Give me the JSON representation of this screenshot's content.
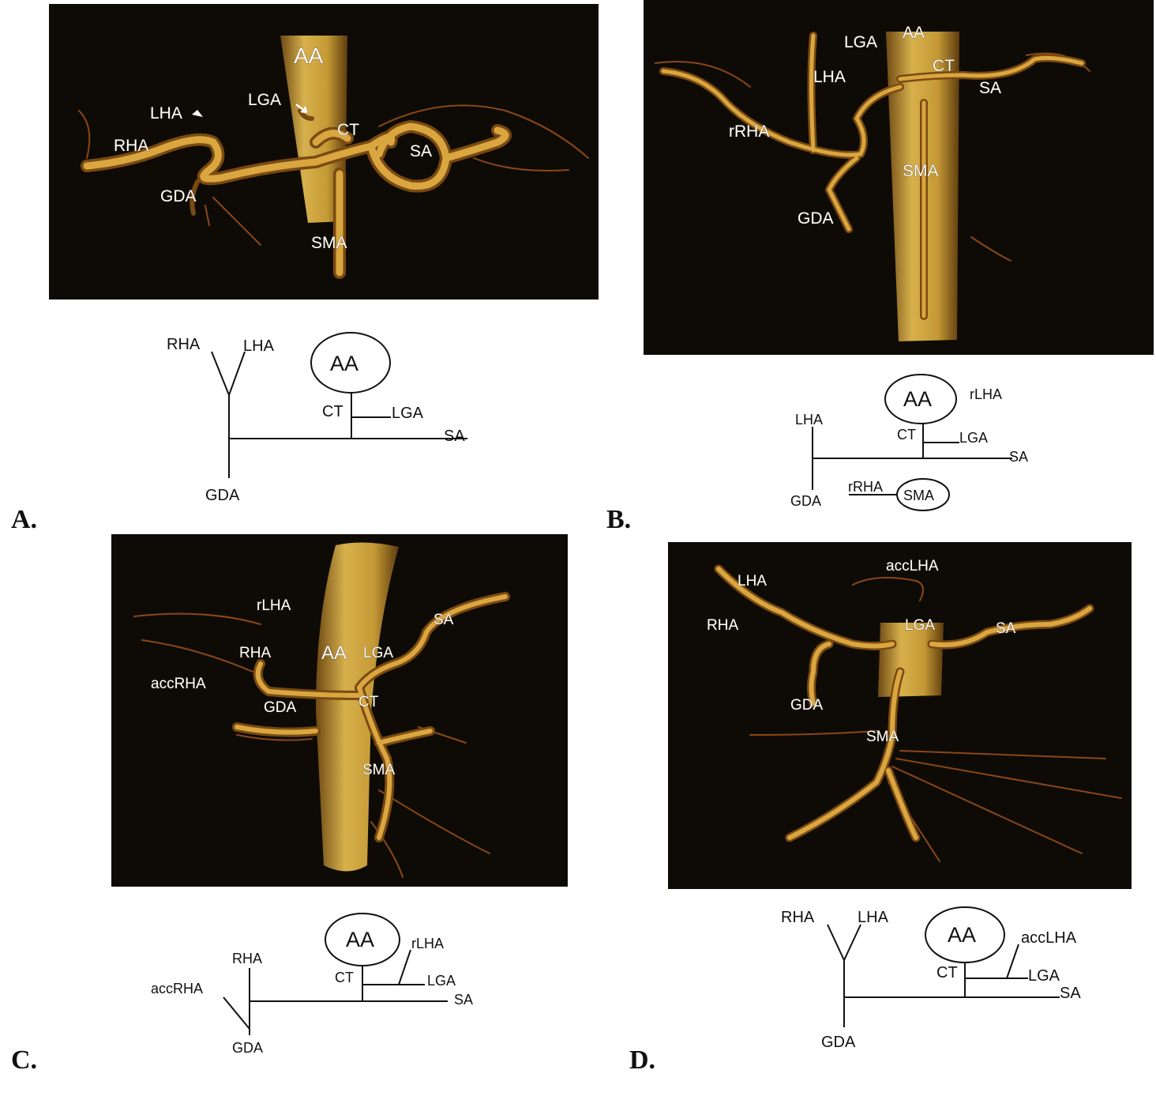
{
  "panels": {
    "A": {
      "letter": "A.",
      "image_labels": {
        "AA": "AA",
        "LGA": "LGA",
        "LHA": "LHA",
        "CT": "CT",
        "RHA": "RHA",
        "SA": "SA",
        "GDA": "GDA",
        "SMA": "SMA"
      },
      "schematic": {
        "RHA": "RHA",
        "LHA": "LHA",
        "AA": "AA",
        "CT": "CT",
        "LGA": "LGA",
        "SA": "SA",
        "GDA": "GDA"
      }
    },
    "B": {
      "letter": "B.",
      "image_labels": {
        "LGA": "LGA",
        "AA": "AA",
        "CT": "CT",
        "LHA": "LHA",
        "SA": "SA",
        "rRHA": "rRHA",
        "SMA": "SMA",
        "GDA": "GDA"
      },
      "schematic": {
        "AA": "AA",
        "rLHA": "rLHA",
        "LHA": "LHA",
        "CT": "CT",
        "LGA": "LGA",
        "SA": "SA",
        "GDA": "GDA",
        "rRHA": "rRHA",
        "SMA": "SMA"
      }
    },
    "C": {
      "letter": "C.",
      "image_labels": {
        "rLHA": "rLHA",
        "SA": "SA",
        "RHA": "RHA",
        "AA": "AA",
        "LGA": "LGA",
        "accRHA": "accRHA",
        "CT": "CT",
        "GDA": "GDA",
        "SMA": "SMA"
      },
      "schematic": {
        "AA": "AA",
        "rLHA": "rLHA",
        "RHA": "RHA",
        "CT": "CT",
        "LGA": "LGA",
        "accRHA": "accRHA",
        "SA": "SA",
        "GDA": "GDA"
      }
    },
    "D": {
      "letter": "D.",
      "image_labels": {
        "accLHA": "accLHA",
        "LHA": "LHA",
        "RHA": "RHA",
        "LGA": "LGA",
        "SA": "SA",
        "GDA": "GDA",
        "SMA": "SMA"
      },
      "schematic": {
        "RHA": "RHA",
        "LHA": "LHA",
        "AA": "AA",
        "accLHA": "accLHA",
        "CT": "CT",
        "LGA": "LGA",
        "SA": "SA",
        "GDA": "GDA"
      }
    }
  },
  "colors": {
    "image_background": "#0e0b07",
    "vessel": "#d9a640",
    "aorta": "#c9a03c"
  }
}
